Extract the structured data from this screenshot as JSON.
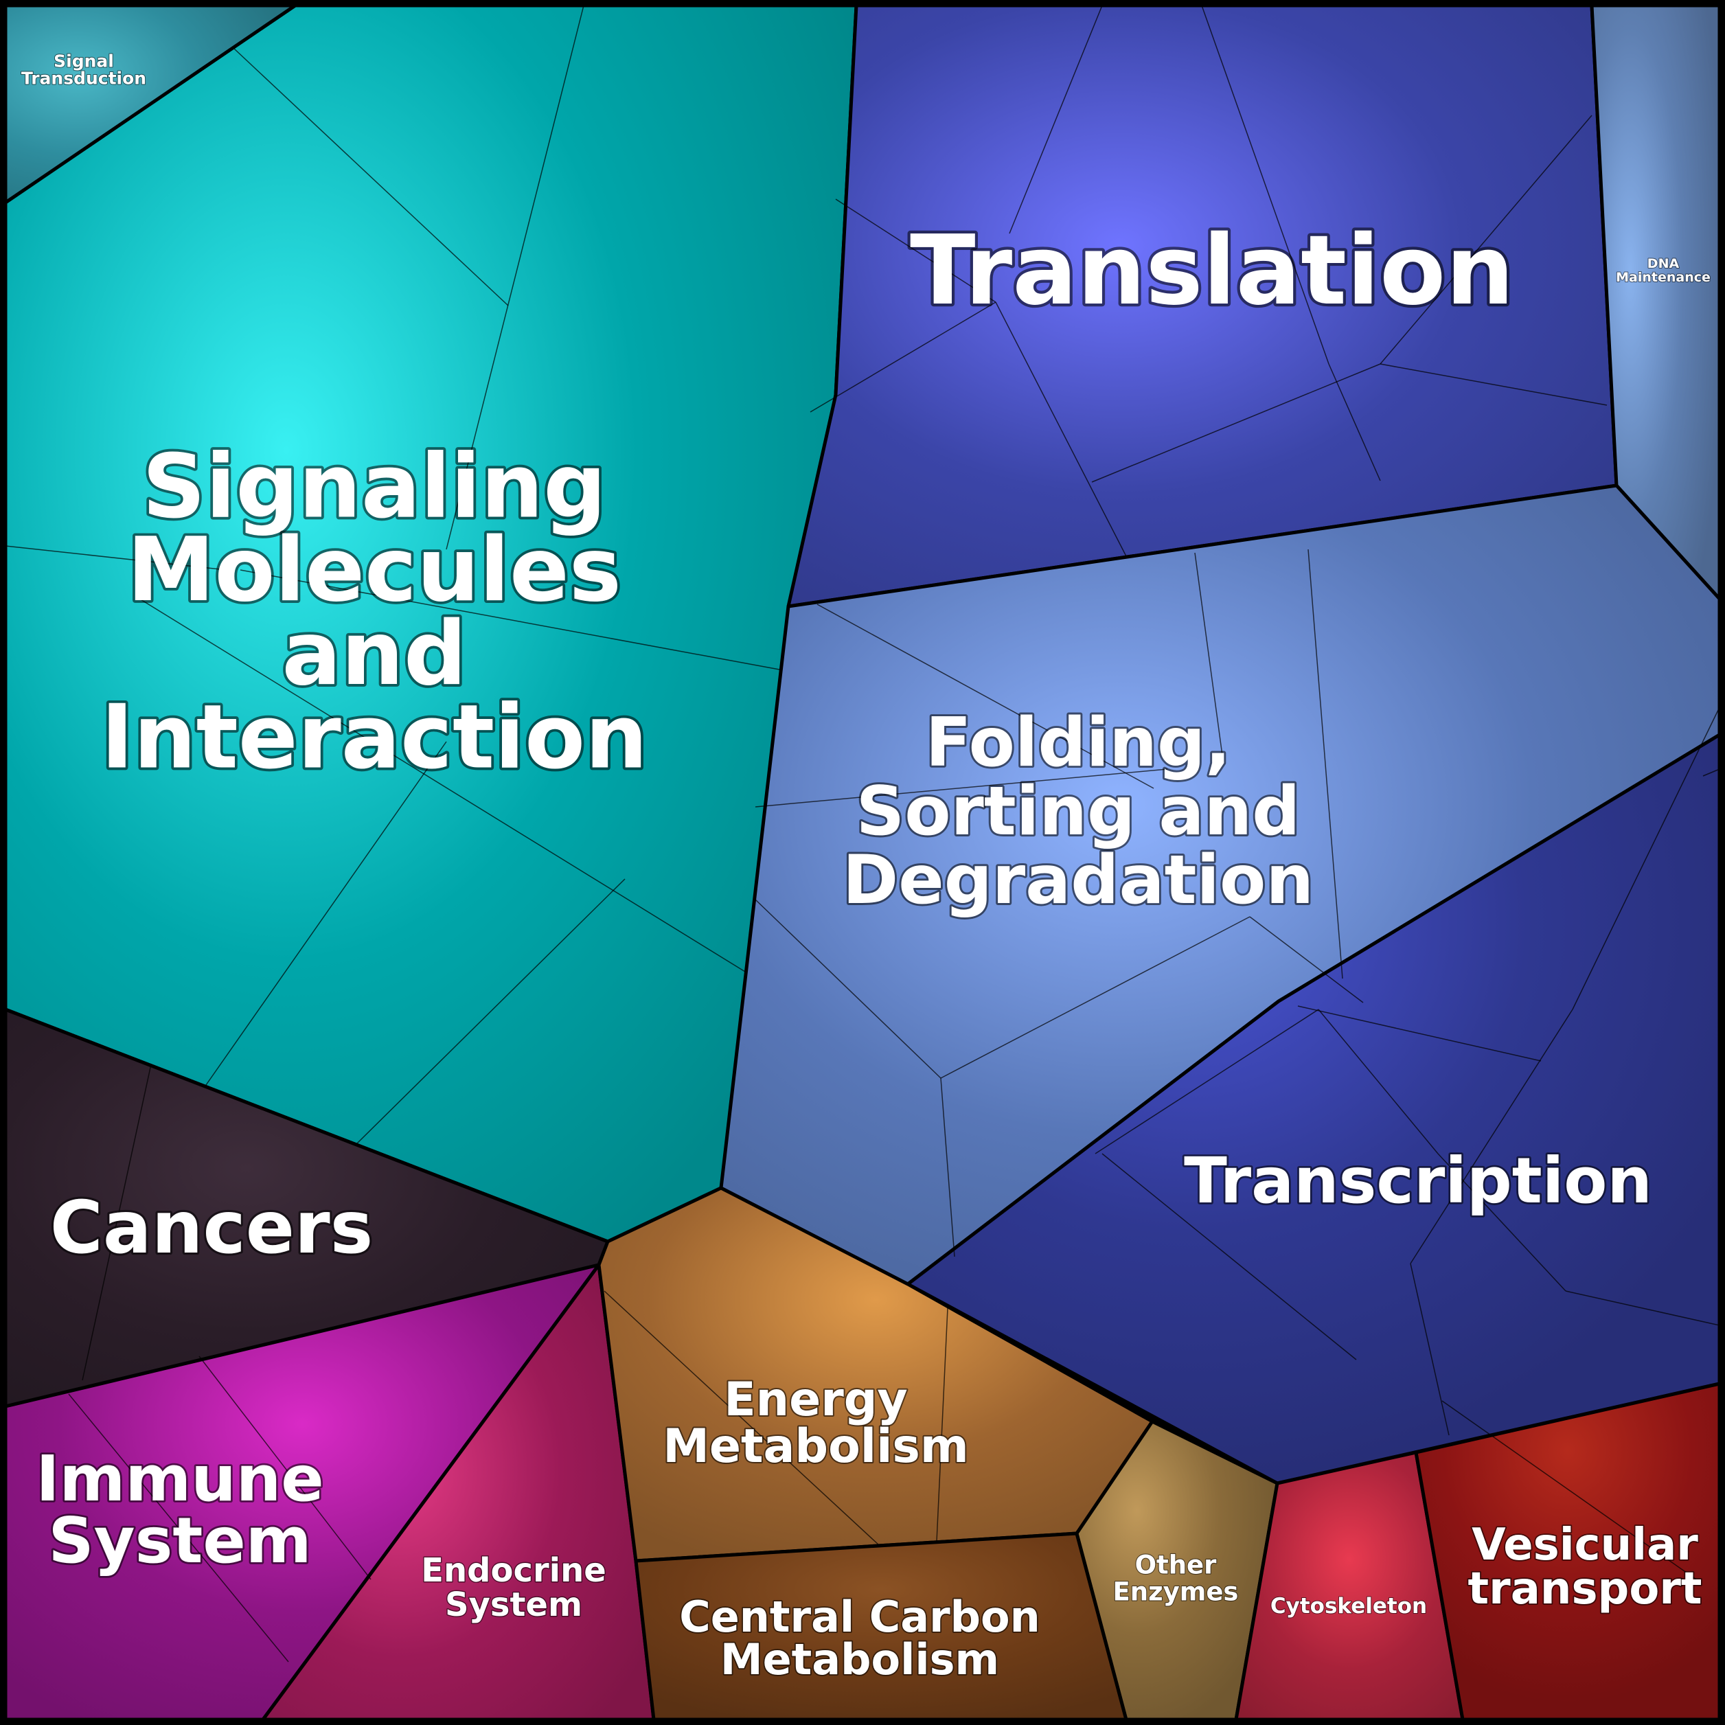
{
  "treemap": {
    "cells": [
      {
        "id": "signaling-molecules",
        "name": "Signaling Molecules and Interaction",
        "lines": [
          "Signaling",
          "Molecules",
          "and",
          "Interaction"
        ],
        "color": "#00a6aa",
        "highlight": "#39f0f2"
      },
      {
        "id": "signal-transduction",
        "name": "Signal Transduction",
        "lines": [
          "Signal",
          "Transduction"
        ],
        "color": "#2e8d9e",
        "highlight": "#4ab7c6"
      },
      {
        "id": "translation",
        "name": "Translation",
        "lines": [
          "Translation"
        ],
        "color": "#3b45a8",
        "highlight": "#6f74ff"
      },
      {
        "id": "dna-maintenance",
        "name": "DNA Maintenance",
        "lines": [
          "DNA",
          "Maintenance"
        ],
        "color": "#5e7fb1",
        "highlight": "#8ab3ee"
      },
      {
        "id": "folding-sorting",
        "name": "Folding, Sorting and Degradation",
        "lines": [
          "Folding,",
          "Sorting and",
          "Degradation"
        ],
        "color": "#5877b8",
        "highlight": "#8fb3ff"
      },
      {
        "id": "transcription",
        "name": "Transcription",
        "lines": [
          "Transcription"
        ],
        "color": "#2f3891",
        "highlight": "#4a55d6"
      },
      {
        "id": "cancers",
        "name": "Cancers",
        "lines": [
          "Cancers"
        ],
        "color": "#2a1d28",
        "highlight": "#3e2d3b"
      },
      {
        "id": "immune-system",
        "name": "Immune System",
        "lines": [
          "Immune",
          "System"
        ],
        "color": "#8e1585",
        "highlight": "#d92ac6"
      },
      {
        "id": "endocrine-system",
        "name": "Endocrine System",
        "lines": [
          "Endocrine",
          "System"
        ],
        "color": "#9c1a57",
        "highlight": "#e33a84"
      },
      {
        "id": "energy-metabolism",
        "name": "Energy Metabolism",
        "lines": [
          "Energy",
          "Metabolism"
        ],
        "color": "#9e6530",
        "highlight": "#e09a4a"
      },
      {
        "id": "central-carbon",
        "name": "Central Carbon Metabolism",
        "lines": [
          "Central Carbon",
          "Metabolism"
        ],
        "color": "#6e3c17",
        "highlight": "#8b5224"
      },
      {
        "id": "other-enzymes",
        "name": "Other Enzymes",
        "lines": [
          "Other",
          "Enzymes"
        ],
        "color": "#8a6b3a",
        "highlight": "#c0995a"
      },
      {
        "id": "cytoskeleton",
        "name": "Cytoskeleton",
        "lines": [
          "Cytoskeleton"
        ],
        "color": "#a8223a",
        "highlight": "#e83a50"
      },
      {
        "id": "vesicular-transport",
        "name": "Vesicular transport",
        "lines": [
          "Vesicular",
          "transport"
        ],
        "color": "#8c1414",
        "highlight": "#b52a1c"
      }
    ]
  }
}
